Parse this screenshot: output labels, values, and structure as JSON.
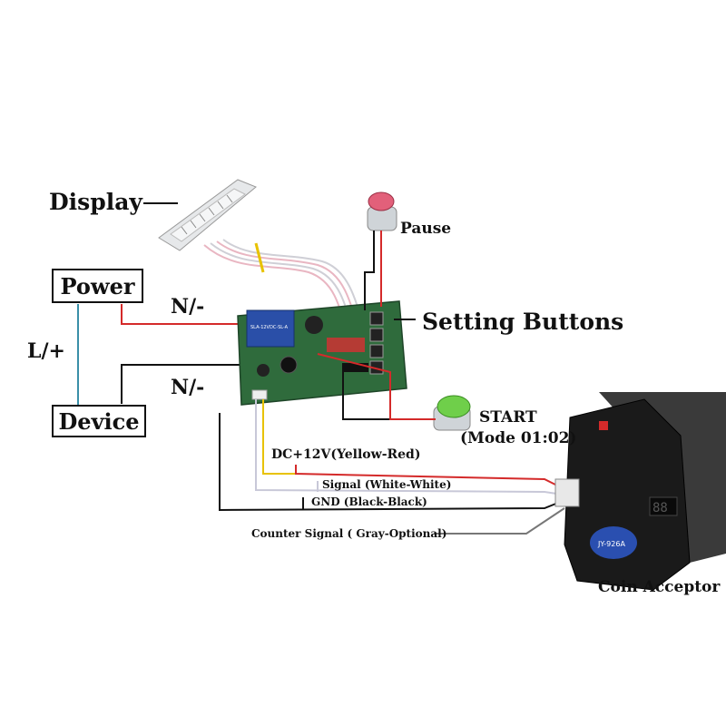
{
  "labels": {
    "display": "Display",
    "pause": "Pause",
    "power": "Power",
    "n_minus_top": "N/-",
    "l_plus": "L/+",
    "n_minus_bottom": "N/-",
    "device": "Device",
    "setting_buttons": "Setting Buttons",
    "start": "START",
    "start_mode": "(Mode 01:02)",
    "dc_12v": "DC+12V(Yellow-Red)",
    "signal": "Signal (White-White)",
    "gnd": "GND (Black-Black)",
    "counter_signal": "Counter Signal ( Gray-Optional)",
    "coin_acceptor": "Coin Acceptor",
    "coin_model": "JY-926A",
    "relay_text": "SLA-12VDC-SL-A",
    "coin_digits": "88"
  },
  "colors": {
    "wire_red": "#d42a2a",
    "wire_yellow": "#e8c200",
    "wire_white": "#c8c8d8",
    "wire_gray": "#777777",
    "wire_black": "#111111",
    "wire_blue": "#3a8fa8",
    "pcb_green": "#2f6b3c",
    "relay_blue": "#2a4fa8",
    "button_green": "#6fcf4a",
    "button_pink": "#e2607a",
    "coin_body": "#1a1a1a",
    "coin_badge": "#2a4fb0"
  }
}
